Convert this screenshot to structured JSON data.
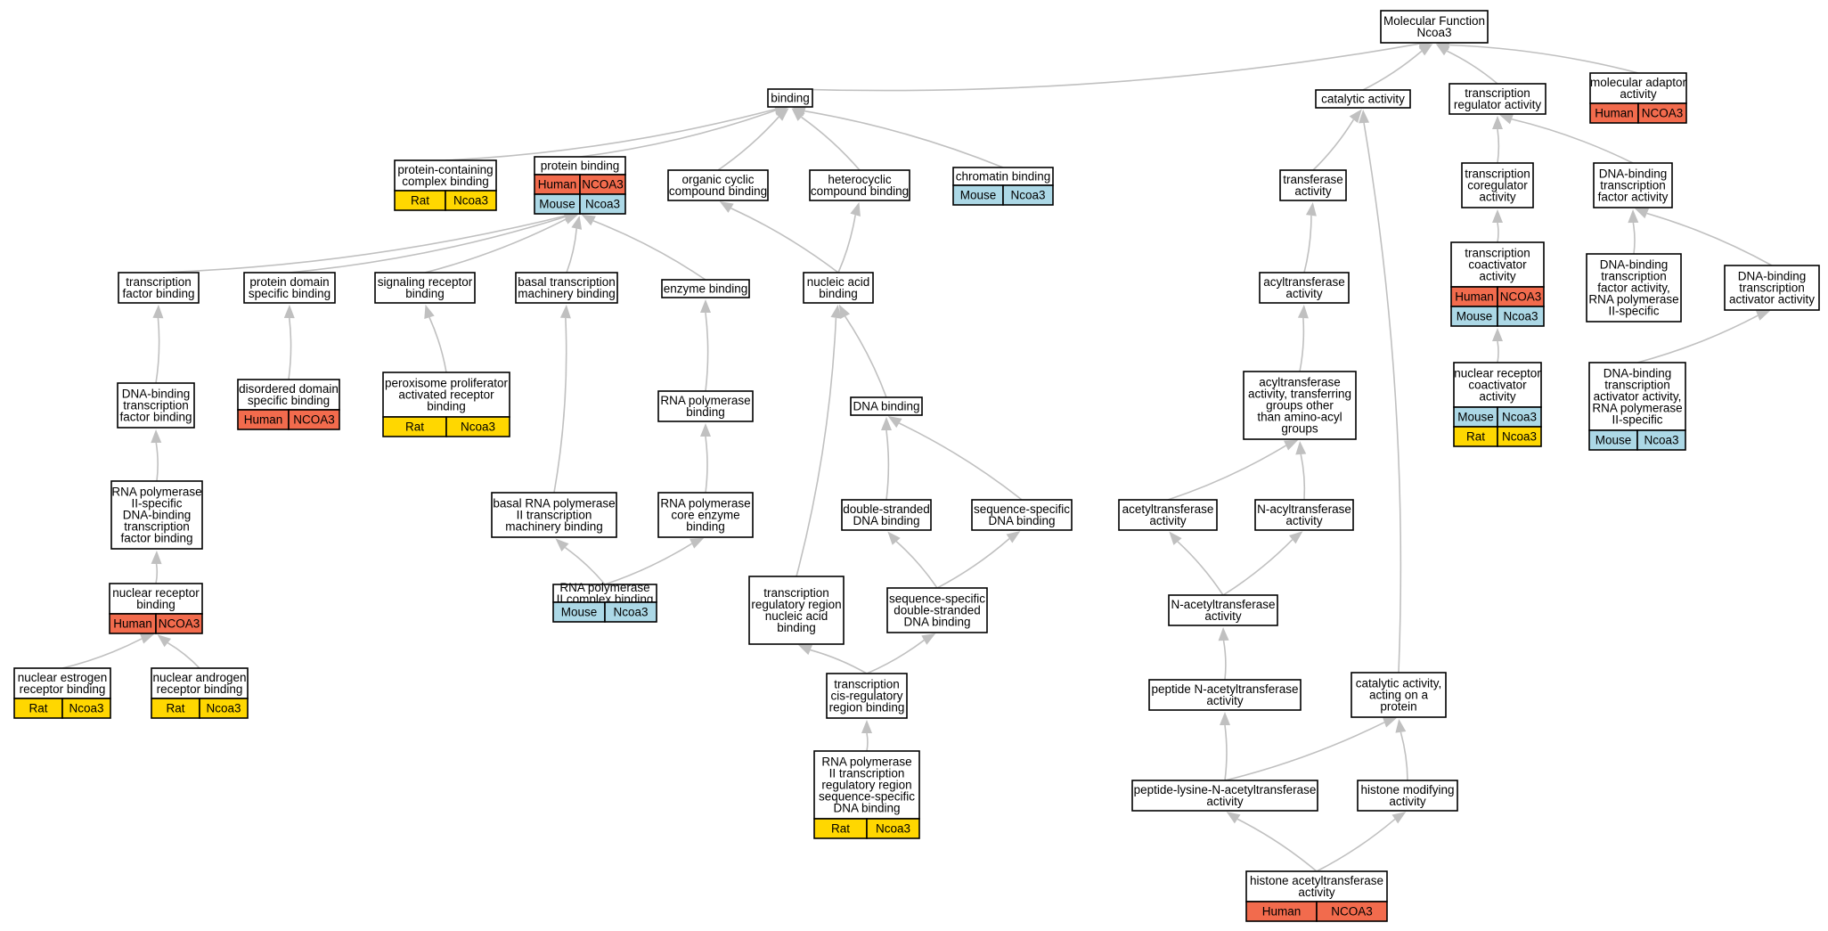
{
  "colors": {
    "Human": "#f26b4d",
    "Mouse": "#acd8e6",
    "Rat": "#ffd700",
    "edge": "#c0c0c0"
  },
  "nodes": {
    "mf": {
      "lines": [
        "Molecular Function",
        "Ncoa3"
      ]
    },
    "binding": {
      "lines": [
        "binding"
      ]
    },
    "catalytic": {
      "lines": [
        "catalytic activity"
      ]
    },
    "treg": {
      "lines": [
        "transcription",
        "regulator activity"
      ]
    },
    "molad": {
      "lines": [
        "molecular adaptor",
        "activity"
      ],
      "tags": [
        [
          "Human",
          "NCOA3"
        ]
      ]
    },
    "pccb": {
      "lines": [
        "protein-containing",
        "complex binding"
      ],
      "tags": [
        [
          "Rat",
          "Ncoa3"
        ]
      ]
    },
    "pb": {
      "lines": [
        "protein binding"
      ],
      "tags": [
        [
          "Human",
          "NCOA3"
        ],
        [
          "Mouse",
          "Ncoa3"
        ]
      ]
    },
    "occb": {
      "lines": [
        "organic cyclic",
        "compound binding"
      ]
    },
    "hcb": {
      "lines": [
        "heterocyclic",
        "compound binding"
      ]
    },
    "chrom": {
      "lines": [
        "chromatin binding"
      ],
      "tags": [
        [
          "Mouse",
          "Ncoa3"
        ]
      ]
    },
    "transf": {
      "lines": [
        "transferase",
        "activity"
      ]
    },
    "tcoreg": {
      "lines": [
        "transcription",
        "coregulator",
        "activity"
      ]
    },
    "dbtf": {
      "lines": [
        "DNA-binding",
        "transcription",
        "factor activity"
      ]
    },
    "tfb": {
      "lines": [
        "transcription",
        "factor binding"
      ]
    },
    "pdsb": {
      "lines": [
        "protein domain",
        "specific binding"
      ]
    },
    "srb": {
      "lines": [
        "signaling receptor",
        "binding"
      ]
    },
    "btmb": {
      "lines": [
        "basal transcription",
        "machinery binding"
      ]
    },
    "enzb": {
      "lines": [
        "enzyme binding"
      ]
    },
    "nab": {
      "lines": [
        "nucleic acid",
        "binding"
      ]
    },
    "acyltr": {
      "lines": [
        "acyltransferase",
        "activity"
      ]
    },
    "tcoact": {
      "lines": [
        "transcription",
        "coactivator",
        "activity"
      ],
      "tags": [
        [
          "Human",
          "NCOA3"
        ],
        [
          "Mouse",
          "Ncoa3"
        ]
      ]
    },
    "dbtfrna": {
      "lines": [
        "DNA-binding",
        "transcription",
        "factor activity,",
        "RNA polymerase",
        "II-specific"
      ]
    },
    "dbtact": {
      "lines": [
        "DNA-binding",
        "transcription",
        "activator activity"
      ]
    },
    "dbtfb": {
      "lines": [
        "DNA-binding",
        "transcription",
        "factor binding"
      ]
    },
    "ddsb": {
      "lines": [
        "disordered domain",
        "specific binding"
      ],
      "tags": [
        [
          "Human",
          "NCOA3"
        ]
      ]
    },
    "ppar": {
      "lines": [
        "peroxisome proliferator",
        "activated receptor",
        "binding"
      ],
      "tags": [
        [
          "Rat",
          "Ncoa3"
        ]
      ]
    },
    "rnapb": {
      "lines": [
        "RNA polymerase",
        "binding"
      ]
    },
    "dnab": {
      "lines": [
        "DNA binding"
      ]
    },
    "acyltrnon": {
      "lines": [
        "acyltransferase",
        "activity, transferring",
        "groups other",
        "than amino-acyl",
        "groups"
      ]
    },
    "nrcoact": {
      "lines": [
        "nuclear receptor",
        "coactivator",
        "activity"
      ],
      "tags": [
        [
          "Mouse",
          "Ncoa3"
        ],
        [
          "Rat",
          "Ncoa3"
        ]
      ]
    },
    "dbtactrna": {
      "lines": [
        "DNA-binding",
        "transcription",
        "activator activity,",
        "RNA polymerase",
        "II-specific"
      ],
      "tags": [
        [
          "Mouse",
          "Ncoa3"
        ]
      ]
    },
    "rnap2dbtfb": {
      "lines": [
        "RNA polymerase",
        "II-specific",
        "DNA-binding",
        "transcription",
        "factor binding"
      ]
    },
    "brnap": {
      "lines": [
        "basal RNA polymerase",
        "II transcription",
        "machinery binding"
      ]
    },
    "rnapcore": {
      "lines": [
        "RNA polymerase",
        "core enzyme",
        "binding"
      ]
    },
    "dsdna": {
      "lines": [
        "double-stranded",
        "DNA binding"
      ]
    },
    "ssdna": {
      "lines": [
        "sequence-specific",
        "DNA binding"
      ]
    },
    "acetyl": {
      "lines": [
        "acetyltransferase",
        "activity"
      ]
    },
    "nacyl": {
      "lines": [
        "N-acyltransferase",
        "activity"
      ]
    },
    "nrb": {
      "lines": [
        "nuclear receptor",
        "binding"
      ],
      "tags": [
        [
          "Human",
          "NCOA3"
        ]
      ]
    },
    "rnap2c": {
      "lines": [
        "RNA polymerase",
        "II complex binding"
      ],
      "tags": [
        [
          "Mouse",
          "Ncoa3"
        ]
      ]
    },
    "trrna": {
      "lines": [
        "transcription",
        "regulatory region",
        "nucleic acid",
        "binding"
      ]
    },
    "ssds": {
      "lines": [
        "sequence-specific",
        "double-stranded",
        "DNA binding"
      ]
    },
    "nacetyl": {
      "lines": [
        "N-acetyltransferase",
        "activity"
      ]
    },
    "nerb": {
      "lines": [
        "nuclear estrogen",
        "receptor binding"
      ],
      "tags": [
        [
          "Rat",
          "Ncoa3"
        ]
      ]
    },
    "narb": {
      "lines": [
        "nuclear androgen",
        "receptor binding"
      ],
      "tags": [
        [
          "Rat",
          "Ncoa3"
        ]
      ]
    },
    "tcrrb": {
      "lines": [
        "transcription",
        "cis-regulatory",
        "region binding"
      ]
    },
    "pepnacetyl": {
      "lines": [
        "peptide N-acetyltransferase",
        "activity"
      ]
    },
    "catprot": {
      "lines": [
        "catalytic activity,",
        "acting on a",
        "protein"
      ]
    },
    "rnap2trr": {
      "lines": [
        "RNA polymerase",
        "II transcription",
        "regulatory region",
        "sequence-specific",
        "DNA binding"
      ],
      "tags": [
        [
          "Rat",
          "Ncoa3"
        ]
      ]
    },
    "pepLys": {
      "lines": [
        "peptide-lysine-N-acetyltransferase",
        "activity"
      ]
    },
    "histmod": {
      "lines": [
        "histone modifying",
        "activity"
      ]
    },
    "hat": {
      "lines": [
        "histone acetyltransferase",
        "activity"
      ],
      "tags": [
        [
          "Human",
          "NCOA3"
        ]
      ]
    }
  },
  "edges": [
    [
      "binding",
      "mf"
    ],
    [
      "catalytic",
      "mf"
    ],
    [
      "treg",
      "mf"
    ],
    [
      "molad",
      "mf"
    ],
    [
      "pccb",
      "binding"
    ],
    [
      "pb",
      "binding"
    ],
    [
      "occb",
      "binding"
    ],
    [
      "hcb",
      "binding"
    ],
    [
      "chrom",
      "binding"
    ],
    [
      "transf",
      "catalytic"
    ],
    [
      "catprot",
      "catalytic"
    ],
    [
      "tcoreg",
      "treg"
    ],
    [
      "dbtf",
      "treg"
    ],
    [
      "tfb",
      "pb"
    ],
    [
      "pdsb",
      "pb"
    ],
    [
      "srb",
      "pb"
    ],
    [
      "btmb",
      "pb"
    ],
    [
      "enzb",
      "pb"
    ],
    [
      "nab",
      "occb"
    ],
    [
      "nab",
      "hcb"
    ],
    [
      "acyltr",
      "transf"
    ],
    [
      "tcoact",
      "tcoreg"
    ],
    [
      "dbtfrna",
      "dbtf"
    ],
    [
      "dbtact",
      "dbtf"
    ],
    [
      "dbtfb",
      "tfb"
    ],
    [
      "ddsb",
      "pdsb"
    ],
    [
      "ppar",
      "srb"
    ],
    [
      "rnapb",
      "enzb"
    ],
    [
      "dnab",
      "nab"
    ],
    [
      "trrna",
      "nab"
    ],
    [
      "acyltrnon",
      "acyltr"
    ],
    [
      "nrcoact",
      "tcoact"
    ],
    [
      "dbtactrna",
      "dbtact"
    ],
    [
      "rnap2dbtfb",
      "dbtfb"
    ],
    [
      "brnap",
      "btmb"
    ],
    [
      "rnapcore",
      "rnapb"
    ],
    [
      "dsdna",
      "dnab"
    ],
    [
      "ssdna",
      "dnab"
    ],
    [
      "acetyl",
      "acyltrnon"
    ],
    [
      "nacyl",
      "acyltrnon"
    ],
    [
      "nrb",
      "rnap2dbtfb"
    ],
    [
      "rnap2c",
      "brnap"
    ],
    [
      "rnap2c",
      "rnapcore"
    ],
    [
      "ssds",
      "dsdna"
    ],
    [
      "ssds",
      "ssdna"
    ],
    [
      "nacetyl",
      "acetyl"
    ],
    [
      "nacetyl",
      "nacyl"
    ],
    [
      "nerb",
      "nrb"
    ],
    [
      "narb",
      "nrb"
    ],
    [
      "tcrrb",
      "trrna"
    ],
    [
      "tcrrb",
      "ssds"
    ],
    [
      "pepnacetyl",
      "nacetyl"
    ],
    [
      "rnap2trr",
      "tcrrb"
    ],
    [
      "pepLys",
      "pepnacetyl"
    ],
    [
      "pepLys",
      "catprot"
    ],
    [
      "histmod",
      "catprot"
    ],
    [
      "hat",
      "pepLys"
    ],
    [
      "hat",
      "histmod"
    ]
  ]
}
